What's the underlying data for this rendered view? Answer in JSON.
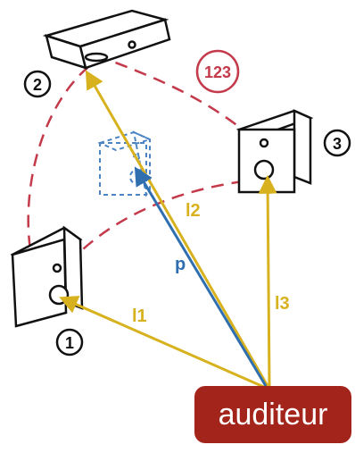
{
  "labels": {
    "speaker_1": "1",
    "speaker_2": "2",
    "speaker_3": "3",
    "badge_123": "123",
    "vector_l1": "l1",
    "vector_l2": "l2",
    "vector_l3": "l3",
    "vector_p": "p",
    "listener": "auditeur"
  },
  "colors": {
    "arc_dash": "#c43a4a",
    "vector_yellow": "#d8b21e",
    "vector_blue": "#2f6fb0",
    "virtual_source": "#4a84c4",
    "listener_box": "#a3241a",
    "outline": "#111111"
  }
}
